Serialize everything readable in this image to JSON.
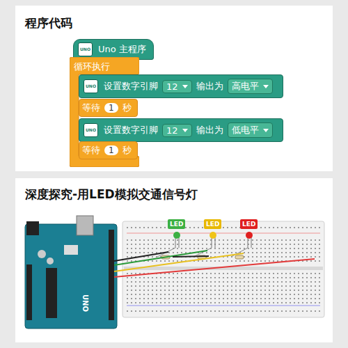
{
  "diagram": {
    "nodes": [
      {
        "text": [
          "Uno 主程序"
        ]
      },
      {
        "text": [
          "循环执行"
        ]
      },
      {
        "text": [
          "设置数字引脚",
          "12",
          "输出为",
          "高电平"
        ],
        "in": 1
      },
      {
        "text": [
          "等待",
          "1",
          "秒"
        ],
        "in": 1
      },
      {
        "text": [
          "设置数字引脚",
          "12",
          "输出为",
          "低电平"
        ],
        "in": 1
      },
      {
        "text": [
          "等待",
          "1",
          "秒"
        ],
        "in": 1
      },
      {
        "text": [
          "LED"
        ]
      },
      {
        "text": [
          "LED"
        ]
      },
      {
        "text": [
          "LED"
        ]
      }
    ],
    "labels": [
      "程序代码",
      "深度探究-用LED模拟交通信号灯",
      "UNO",
      "UNO",
      "UNO",
      "UNO"
    ]
  }
}
